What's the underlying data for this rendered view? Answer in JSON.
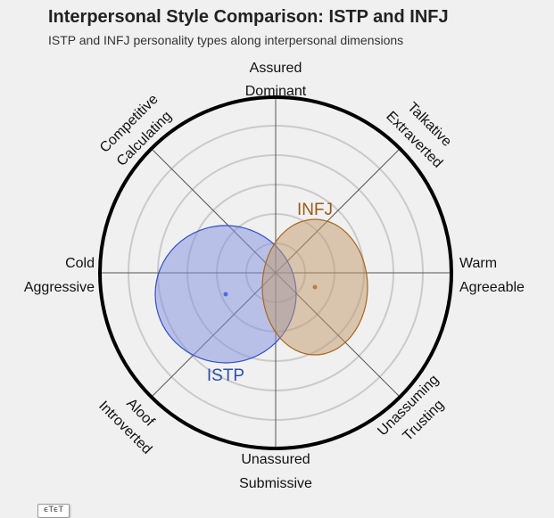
{
  "header": {
    "title": "Interpersonal Style Comparison: ISTP and INFJ",
    "subtitle": "ISTP and INFJ personality types along interpersonal dimensions"
  },
  "axis_labels": {
    "top_1": "Assured",
    "top_2": "Dominant",
    "bottom_1": "Unassured",
    "bottom_2": "Submissive",
    "left_1": "Cold",
    "left_2": "Aggressive",
    "right_1": "Warm",
    "right_2": "Agreeable",
    "top_left_1": "Competitive",
    "top_left_2": "Calculating",
    "top_right_1": "Talkative",
    "top_right_2": "Extraverted",
    "bottom_left_1": "Aloof",
    "bottom_left_2": "Introverted",
    "bottom_right_1": "Unassuming",
    "bottom_right_2": "Trusting"
  },
  "series_labels": {
    "istp": "ISTP",
    "infj": "INFJ"
  },
  "colors": {
    "istp_fill": "#8090e0",
    "istp_stroke": "#3050c8",
    "istp_text": "#2e4fa8",
    "infj_fill": "#c8a070",
    "infj_stroke": "#a8671e",
    "infj_text": "#9a5a1a",
    "outer_ring": "#000000",
    "grid_ring": "#c8c8c8",
    "axis_line": "#555555"
  },
  "badge": {
    "label": "ϵTϵT"
  },
  "chart_data": {
    "type": "scatter",
    "subtype": "interpersonal-circumplex",
    "title": "Interpersonal Style Comparison: ISTP and INFJ",
    "subtitle": "ISTP and INFJ personality types along interpersonal dimensions",
    "xlabel": "Cold / Aggressive  ←→  Warm / Agreeable",
    "ylabel": "Unassured / Submissive  ←→  Assured / Dominant",
    "xlim": [
      -6,
      6
    ],
    "ylim": [
      -6,
      6
    ],
    "grid_rings": [
      1,
      2,
      3,
      4,
      5
    ],
    "axes": [
      {
        "angle_deg": 90,
        "labels": [
          "Assured",
          "Dominant"
        ]
      },
      {
        "angle_deg": 45,
        "labels": [
          "Talkative",
          "Extraverted"
        ]
      },
      {
        "angle_deg": 0,
        "labels": [
          "Warm",
          "Agreeable"
        ]
      },
      {
        "angle_deg": -45,
        "labels": [
          "Unassuming",
          "Trusting"
        ]
      },
      {
        "angle_deg": -90,
        "labels": [
          "Unassured",
          "Submissive"
        ]
      },
      {
        "angle_deg": -135,
        "labels": [
          "Aloof",
          "Introverted"
        ]
      },
      {
        "angle_deg": 180,
        "labels": [
          "Cold",
          "Aggressive"
        ]
      },
      {
        "angle_deg": 135,
        "labels": [
          "Competitive",
          "Calculating"
        ]
      }
    ],
    "series": [
      {
        "name": "ISTP",
        "center": {
          "x": -1.7,
          "y": -0.7
        },
        "spread": {
          "x": 2.4,
          "y": 2.35
        },
        "color": "#3050c8"
      },
      {
        "name": "INFJ",
        "center": {
          "x": 1.35,
          "y": -0.45
        },
        "spread": {
          "x": 1.8,
          "y": 2.3
        },
        "color": "#a8671e"
      }
    ],
    "legend": "inline labels next to ellipses"
  }
}
